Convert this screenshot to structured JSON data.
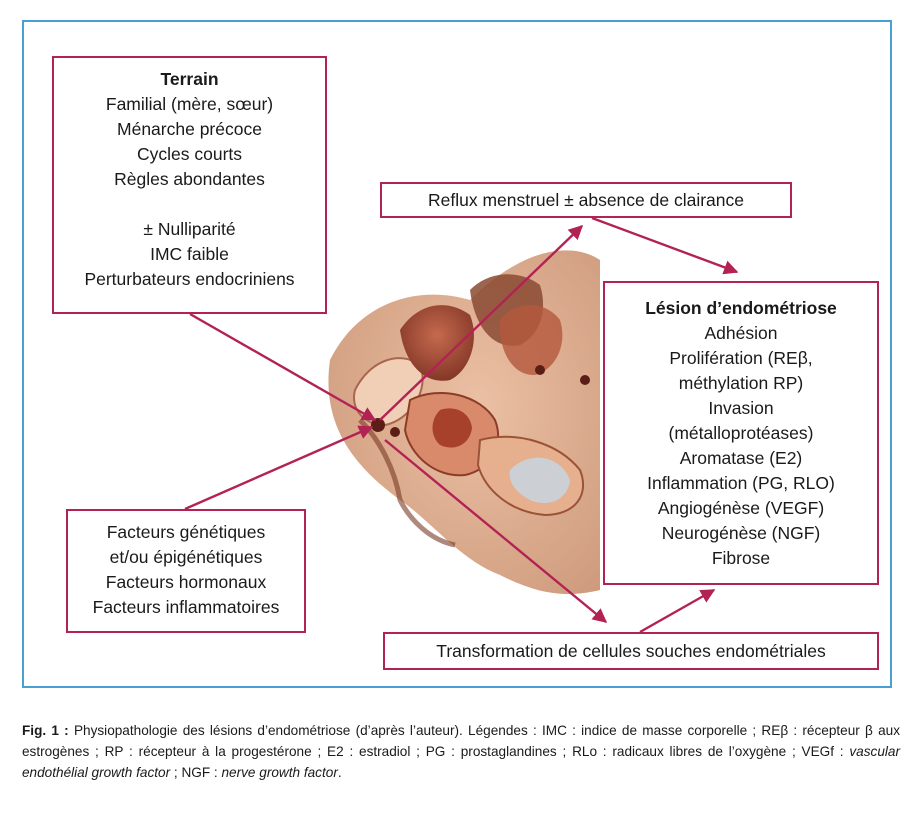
{
  "colors": {
    "frame": "#4a9fd4",
    "box_border": "#b32254",
    "arrow": "#b32254"
  },
  "terrain": {
    "title": "Terrain",
    "lines_a": [
      "Familial (mère, sœur)",
      "Ménarche précoce",
      "Cycles courts",
      "Règles abondantes"
    ],
    "lines_b": [
      "± Nulliparité",
      "IMC faible",
      "Perturbateurs endocriniens"
    ]
  },
  "reflux": {
    "label": "Reflux menstruel ± absence de clairance"
  },
  "lesion": {
    "title": "Lésion d’endométriose",
    "lines": [
      "Adhésion",
      "Prolifération (REβ,",
      "méthylation RP)",
      "Invasion",
      "(métalloprotéases)",
      "Aromatase (E2)",
      "Inflammation (PG, RLO)",
      "Angiogénèse (VEGF)",
      "Neurogénèse (NGF)",
      "Fibrose"
    ]
  },
  "facteurs": {
    "lines": [
      "Facteurs génétiques",
      "et/ou épigénétiques",
      "Facteurs hormonaux",
      "Facteurs inflammatoires"
    ]
  },
  "transfo": {
    "label": "Transformation de cellules souches endométriales"
  },
  "caption": {
    "lead": "Fig. 1 :",
    "text_1": " Physiopathologie des lésions d’endométriose (d’après l’auteur). Légendes : IMC : indice de masse corporelle ; REβ : récepteur β aux estrogènes ; RP : récepteur à la progestérone ; E2 : estradiol ; PG : prostaglandines ; RLo : radicaux libres de l’oxygène ; VEGf : ",
    "italic_1": "vascular endothélial growth factor",
    "text_2": " ; NGF : ",
    "italic_2": "nerve growth factor",
    "text_3": "."
  }
}
